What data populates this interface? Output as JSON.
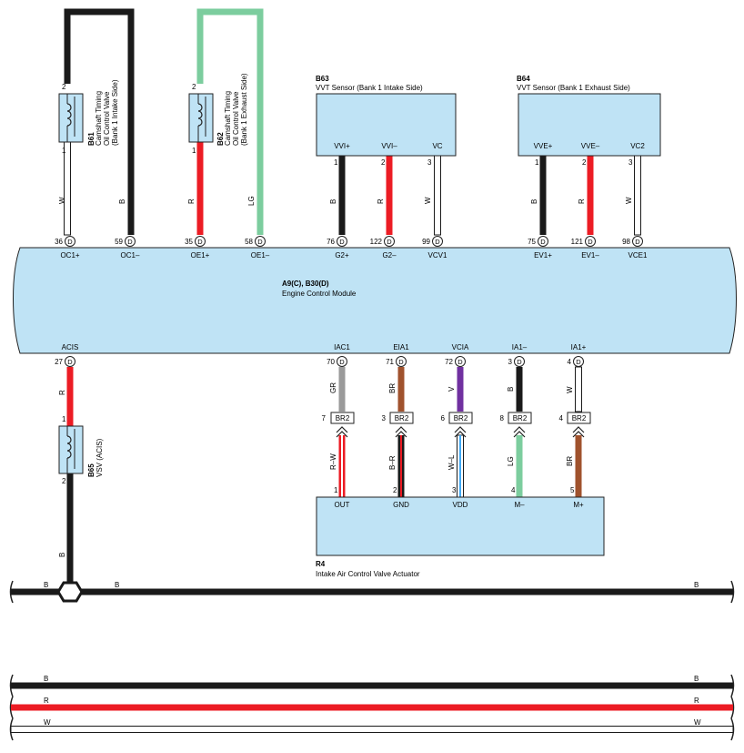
{
  "components": {
    "b61": {
      "id": "B61",
      "l1": "Camshaft Timing",
      "l2": "Oil Control Valve",
      "l3": "(Bank 1 Intake Side)",
      "p_top": "2",
      "p_bot": "1"
    },
    "b62": {
      "id": "B62",
      "l1": "Camshaft Timing",
      "l2": "Oil Control Valve",
      "l3": "(Bank 1 Exhaust Side)",
      "p_top": "2",
      "p_bot": "1"
    },
    "b63": {
      "id": "B63",
      "name": "VVT Sensor (Bank 1 Intake Side)",
      "pins": [
        "VVI+",
        "VVI–",
        "VC"
      ],
      "nums": [
        "1",
        "2",
        "3"
      ]
    },
    "b64": {
      "id": "B64",
      "name": "VVT Sensor (Bank 1 Exhaust Side)",
      "pins": [
        "VVE+",
        "VVE–",
        "VC2"
      ],
      "nums": [
        "1",
        "2",
        "3"
      ]
    },
    "b65": {
      "id": "B65",
      "name": "VSV (ACIS)",
      "p_top": "1",
      "p_bot": "2"
    },
    "ecm": {
      "id": "A9(C), B30(D)",
      "name": "Engine Control Module"
    },
    "r4": {
      "id": "R4",
      "name": "Intake Air Control Valve Actuator",
      "pins": [
        "OUT",
        "GND",
        "VDD",
        "M–",
        "M+"
      ],
      "nums": [
        "1",
        "2",
        "3",
        "4",
        "5"
      ]
    }
  },
  "ecm_top_terminals": [
    {
      "num": "36",
      "d": "D",
      "name": "OC1+"
    },
    {
      "num": "59",
      "d": "D",
      "name": "OC1–"
    },
    {
      "num": "35",
      "d": "D",
      "name": "OE1+"
    },
    {
      "num": "58",
      "d": "D",
      "name": "OE1–"
    },
    {
      "num": "76",
      "d": "D",
      "name": "G2+"
    },
    {
      "num": "122",
      "d": "D",
      "name": "G2–"
    },
    {
      "num": "99",
      "d": "D",
      "name": "VCV1"
    },
    {
      "num": "75",
      "d": "D",
      "name": "EV1+"
    },
    {
      "num": "121",
      "d": "D",
      "name": "EV1–"
    },
    {
      "num": "98",
      "d": "D",
      "name": "VCE1"
    }
  ],
  "ecm_bottom_terminals": [
    {
      "num": "27",
      "d": "D",
      "name": "ACIS"
    },
    {
      "num": "70",
      "d": "D",
      "name": "IAC1"
    },
    {
      "num": "71",
      "d": "D",
      "name": "EIA1"
    },
    {
      "num": "72",
      "d": "D",
      "name": "VCIA"
    },
    {
      "num": "3",
      "d": "D",
      "name": "IA1–"
    },
    {
      "num": "4",
      "d": "D",
      "name": "IA1+"
    }
  ],
  "wire_colors_top": [
    "W",
    "B",
    "R",
    "LG",
    "B",
    "R",
    "W",
    "B",
    "R",
    "W"
  ],
  "wire_colors_bottom": {
    "acis": "R",
    "b65_out": "B",
    "upper": [
      "GR",
      "BR",
      "V",
      "B",
      "W"
    ],
    "lower": [
      "R–W",
      "B–R",
      "W–L",
      "LG",
      "BR"
    ]
  },
  "connectors": [
    {
      "num": "7",
      "tag": "BR2"
    },
    {
      "num": "3",
      "tag": "BR2"
    },
    {
      "num": "6",
      "tag": "BR2"
    },
    {
      "num": "8",
      "tag": "BR2"
    },
    {
      "num": "4",
      "tag": "BR2"
    }
  ],
  "ground_bus": {
    "left": "B",
    "mid": "B",
    "right": "B"
  },
  "legend": [
    {
      "code": "B",
      "code_r": "B",
      "color": "#1a1a1a"
    },
    {
      "code": "R",
      "code_r": "R",
      "color": "#ec1c24"
    },
    {
      "code": "W",
      "code_r": "W",
      "color": "#ffffff"
    }
  ],
  "colors": {
    "ecm_fill": "#bfe3f5",
    "black": "#1a1a1a",
    "red": "#ec1c24",
    "light_green": "#7ccd9e",
    "gray": "#9a9a9a",
    "brown": "#a0522d",
    "violet": "#7030a0"
  }
}
